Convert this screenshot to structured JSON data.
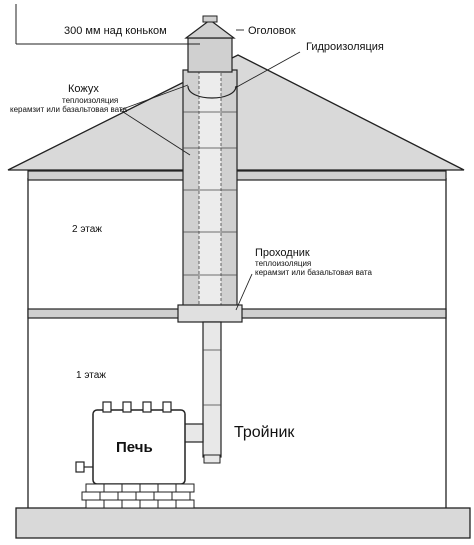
{
  "labels": {
    "height_note": "300 мм над коньком",
    "cap": "Оголовок",
    "waterproofing": "Гидроизоляция",
    "casing_title": "Кожух",
    "casing_sub1": "теплоизоляция",
    "casing_sub2": "керамзит или базальтовая вата",
    "floor2": "2 этаж",
    "passthrough_title": "Проходник",
    "passthrough_sub1": "теплоизоляция",
    "passthrough_sub2": "керамзит или базальтовая вата",
    "floor1": "1 этаж",
    "stove": "Печь",
    "tee": "Тройник"
  }
}
